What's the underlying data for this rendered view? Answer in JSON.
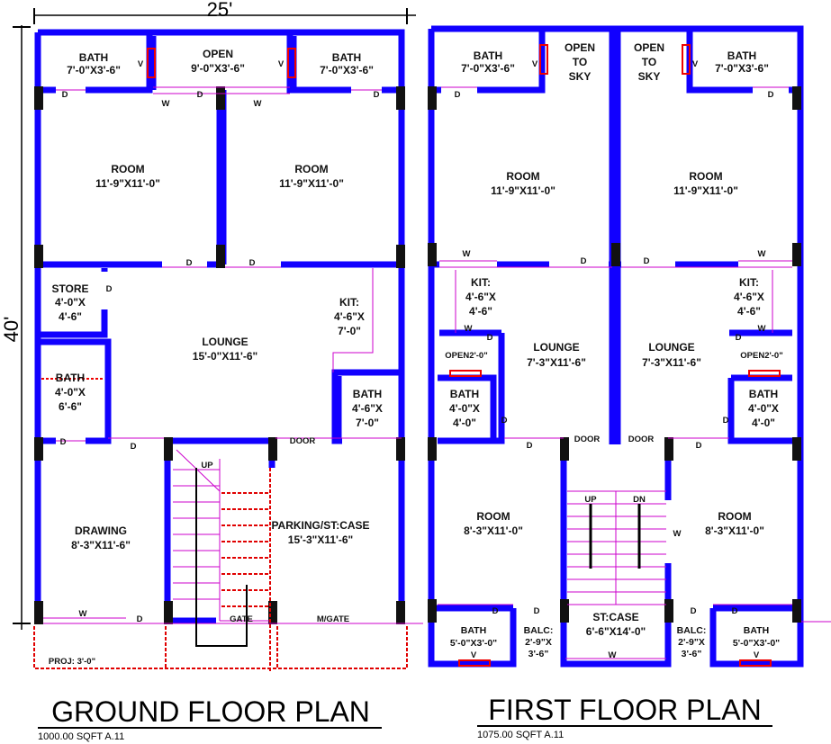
{
  "dimensions": {
    "width": "25'",
    "depth": "40'"
  },
  "ground_floor": {
    "title": "GROUND FLOOR PLAN",
    "area": "1000.00 SQFT A.11",
    "proj": "PROJ: 3'-0\"",
    "rooms": {
      "bath1_name": "BATH",
      "bath1_size": "7'-0\"X3'-6\"",
      "open_name": "OPEN",
      "open_size": "9'-0\"X3'-6\"",
      "bath2_name": "BATH",
      "bath2_size": "7'-0\"X3'-6\"",
      "room1_name": "ROOM",
      "room1_size": "11'-9\"X11'-0\"",
      "room2_name": "ROOM",
      "room2_size": "11'-9\"X11'-0\"",
      "store_name": "STORE",
      "store_size1": "4'-0\"X",
      "store_size2": "4'-6\"",
      "lounge_name": "LOUNGE",
      "lounge_size": "15'-0\"X11'-6\"",
      "kit_name": "KIT:",
      "kit_size1": "4'-6\"X",
      "kit_size2": "7'-0\"",
      "bath3_name": "BATH",
      "bath3_size1": "4'-0\"X",
      "bath3_size2": "6'-6\"",
      "bath4_name": "BATH",
      "bath4_size1": "4'-6\"X",
      "bath4_size2": "7'-0\"",
      "drawing_name": "DRAWING",
      "drawing_size": "8'-3\"X11'-6\"",
      "parking_name": "PARKING/ST:CASE",
      "parking_size": "15'-3\"X11'-6\""
    },
    "marks": {
      "d": "D",
      "w": "W",
      "v": "V",
      "door": "DOOR",
      "up": "UP",
      "gate": "GATE",
      "mgate": "M/GATE"
    }
  },
  "first_floor": {
    "title": "FIRST FLOOR PLAN",
    "area": "1075.00 SQFT A.11",
    "rooms": {
      "bath1_name": "BATH",
      "bath1_size": "7'-0\"X3'-6\"",
      "open1_l1": "OPEN",
      "open1_l2": "TO",
      "open1_l3": "SKY",
      "open2_l1": "OPEN",
      "open2_l2": "TO",
      "open2_l3": "SKY",
      "bath2_name": "BATH",
      "bath2_size": "7'-0\"X3'-6\"",
      "room1_name": "ROOM",
      "room1_size": "11'-9\"X11'-0\"",
      "room2_name": "ROOM",
      "room2_size": "11'-9\"X11'-0\"",
      "kit1_name": "KIT:",
      "kit1_size1": "4'-6\"X",
      "kit1_size2": "4'-6\"",
      "kit2_name": "KIT:",
      "kit2_size1": "4'-6\"X",
      "kit2_size2": "4'-6\"",
      "open_small1": "OPEN2'-0\"",
      "open_small2": "OPEN2'-0\"",
      "lounge1_name": "LOUNGE",
      "lounge1_size": "7'-3\"X11'-6\"",
      "lounge2_name": "LOUNGE",
      "lounge2_size": "7'-3\"X11'-6\"",
      "bath3_name": "BATH",
      "bath3_size1": "4'-0\"X",
      "bath3_size2": "4'-0\"",
      "bath4_name": "BATH",
      "bath4_size1": "4'-0\"X",
      "bath4_size2": "4'-0\"",
      "room3_name": "ROOM",
      "room3_size": "8'-3\"X11'-0\"",
      "room4_name": "ROOM",
      "room4_size": "8'-3\"X11'-0\"",
      "bath5_name": "BATH",
      "bath5_size": "5'-0\"X3'-0\"",
      "bath6_name": "BATH",
      "bath6_size": "5'-0\"X3'-0\"",
      "balc1_name": "BALC:",
      "balc1_size1": "2'-9\"X",
      "balc1_size2": "3'-6\"",
      "balc2_name": "BALC:",
      "balc2_size1": "2'-9\"X",
      "balc2_size2": "3'-6\"",
      "stcase_name": "ST:CASE",
      "stcase_size": "6'-6\"X14'-0\""
    },
    "marks": {
      "d": "D",
      "w": "W",
      "v": "V",
      "door": "DOOR",
      "up": "UP",
      "dn": "DN"
    }
  }
}
